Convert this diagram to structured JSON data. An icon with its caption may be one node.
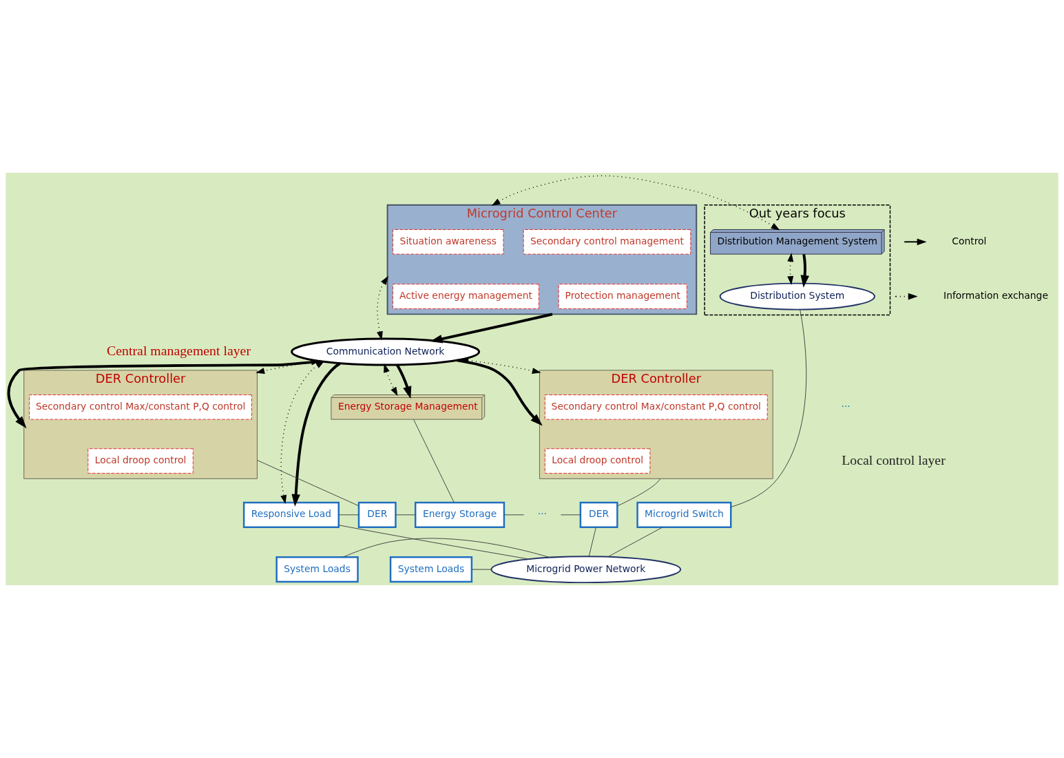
{
  "diagram": {
    "nodes": [
      {
        "text": [
          "Microgrid Control Center"
        ]
      },
      {
        "text": [
          "Situation awareness"
        ],
        "in": 0
      },
      {
        "text": [
          "Secondary control management"
        ],
        "in": 0
      },
      {
        "text": [
          "Active energy management"
        ],
        "in": 0
      },
      {
        "text": [
          "Protection management"
        ],
        "in": 0
      },
      {
        "text": [
          "Out years focus"
        ]
      },
      {
        "text": [
          "Distribution Management System"
        ],
        "in": 5
      },
      {
        "text": [
          "Distribution System"
        ],
        "in": 5
      },
      {
        "text": [
          "Communication Network"
        ]
      },
      {
        "text": [
          "DER Controller"
        ]
      },
      {
        "text": [
          "Secondary control Max/constant P,Q control"
        ],
        "in": 9
      },
      {
        "text": [
          "Local droop control"
        ],
        "in": 9
      },
      {
        "text": [
          "Energy Storage Management"
        ]
      },
      {
        "text": [
          "DER Controller"
        ]
      },
      {
        "text": [
          "Secondary control Max/constant P,Q control"
        ],
        "in": 13
      },
      {
        "text": [
          "Local droop control"
        ],
        "in": 13
      },
      {
        "text": [
          "Microgrid Switch"
        ]
      },
      {
        "text": [
          "Responsive Load"
        ]
      },
      {
        "text": [
          "DER"
        ]
      },
      {
        "text": [
          "Energy Storage"
        ]
      },
      {
        "text": [
          "···"
        ]
      },
      {
        "text": [
          "DER"
        ]
      },
      {
        "text": [
          "System Loads"
        ]
      },
      {
        "text": [
          "System Loads"
        ]
      },
      {
        "text": [
          "Microgrid Power Network"
        ]
      }
    ],
    "edges": [
      {
        "from": 0,
        "to": 6,
        "arrow": "both",
        "style": "dashed"
      },
      {
        "from": 6,
        "to": 7,
        "arrow": "both",
        "style": "dashed"
      },
      {
        "from": 6,
        "to": 7,
        "arrow": "to",
        "style": "thick"
      },
      {
        "from": 0,
        "to": 8,
        "arrow": "both",
        "style": "dashed"
      },
      {
        "from": 0,
        "to": 8,
        "arrow": "to",
        "style": "thick"
      },
      {
        "from": 8,
        "to": 17,
        "arrow": "both",
        "style": "dashed"
      },
      {
        "from": 8,
        "to": 17,
        "arrow": "to",
        "style": "thick"
      },
      {
        "from": 8,
        "to": 9,
        "arrow": "both",
        "style": "dashed"
      },
      {
        "from": 8,
        "to": 9,
        "arrow": "to",
        "style": "thick"
      },
      {
        "from": 8,
        "to": 12,
        "arrow": "both",
        "style": "dashed"
      },
      {
        "from": 8,
        "to": 12,
        "arrow": "to",
        "style": "thick"
      },
      {
        "from": 8,
        "to": 13,
        "arrow": "both",
        "style": "dashed"
      },
      {
        "from": 8,
        "to": 13,
        "arrow": "to",
        "style": "thick"
      },
      {
        "from": 7,
        "to": 16,
        "arrow": "none"
      },
      {
        "from": 9,
        "to": 18,
        "arrow": "none"
      },
      {
        "from": 12,
        "to": 19,
        "arrow": "none"
      },
      {
        "from": 13,
        "to": 21,
        "arrow": "none"
      },
      {
        "from": 17,
        "to": 18,
        "arrow": "none"
      },
      {
        "from": 18,
        "to": 19,
        "arrow": "none"
      },
      {
        "from": 19,
        "to": 20,
        "arrow": "none"
      },
      {
        "from": 20,
        "to": 21,
        "arrow": "none"
      },
      {
        "from": 17,
        "to": 24,
        "arrow": "none"
      },
      {
        "from": 22,
        "to": 24,
        "arrow": "none"
      },
      {
        "from": 21,
        "to": 24,
        "arrow": "none"
      },
      {
        "from": 23,
        "to": 24,
        "arrow": "none"
      },
      {
        "from": 16,
        "to": 24,
        "arrow": "none"
      }
    ],
    "labels": [
      "Central management layer",
      "···",
      "Local control layer"
    ],
    "legend": [
      {
        "text": "Control"
      },
      {
        "text": "Information exchange"
      }
    ]
  }
}
